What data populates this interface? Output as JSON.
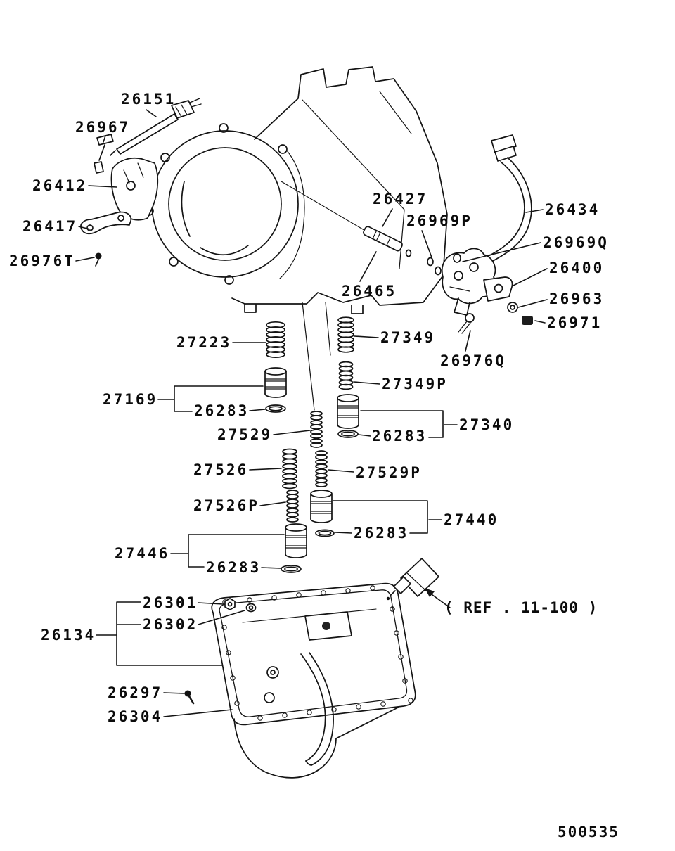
{
  "diagram": {
    "doc_code": "500535",
    "ref_note": "( REF . 11-100 )"
  },
  "labels": {
    "p26151": "26151",
    "p26967": "26967",
    "p26412": "26412",
    "p26417": "26417",
    "p26976T": "26976T",
    "p26427": "26427",
    "p26969P": "26969P",
    "p26434": "26434",
    "p26969Q": "26969Q",
    "p26400": "26400",
    "p26963": "26963",
    "p26971": "26971",
    "p26465": "26465",
    "p26976Q": "26976Q",
    "p27223": "27223",
    "p27349": "27349",
    "p27349P": "27349P",
    "p27169": "27169",
    "p26283_1": "26283",
    "p27529": "27529",
    "p26283_2": "26283",
    "p27340": "27340",
    "p27526": "27526",
    "p27529P": "27529P",
    "p27526P": "27526P",
    "p27440": "27440",
    "p26283_3": "26283",
    "p27446": "27446",
    "p26283_4": "26283",
    "p26301": "26301",
    "p26302": "26302",
    "p26134": "26134",
    "p26297": "26297",
    "p26304": "26304"
  }
}
